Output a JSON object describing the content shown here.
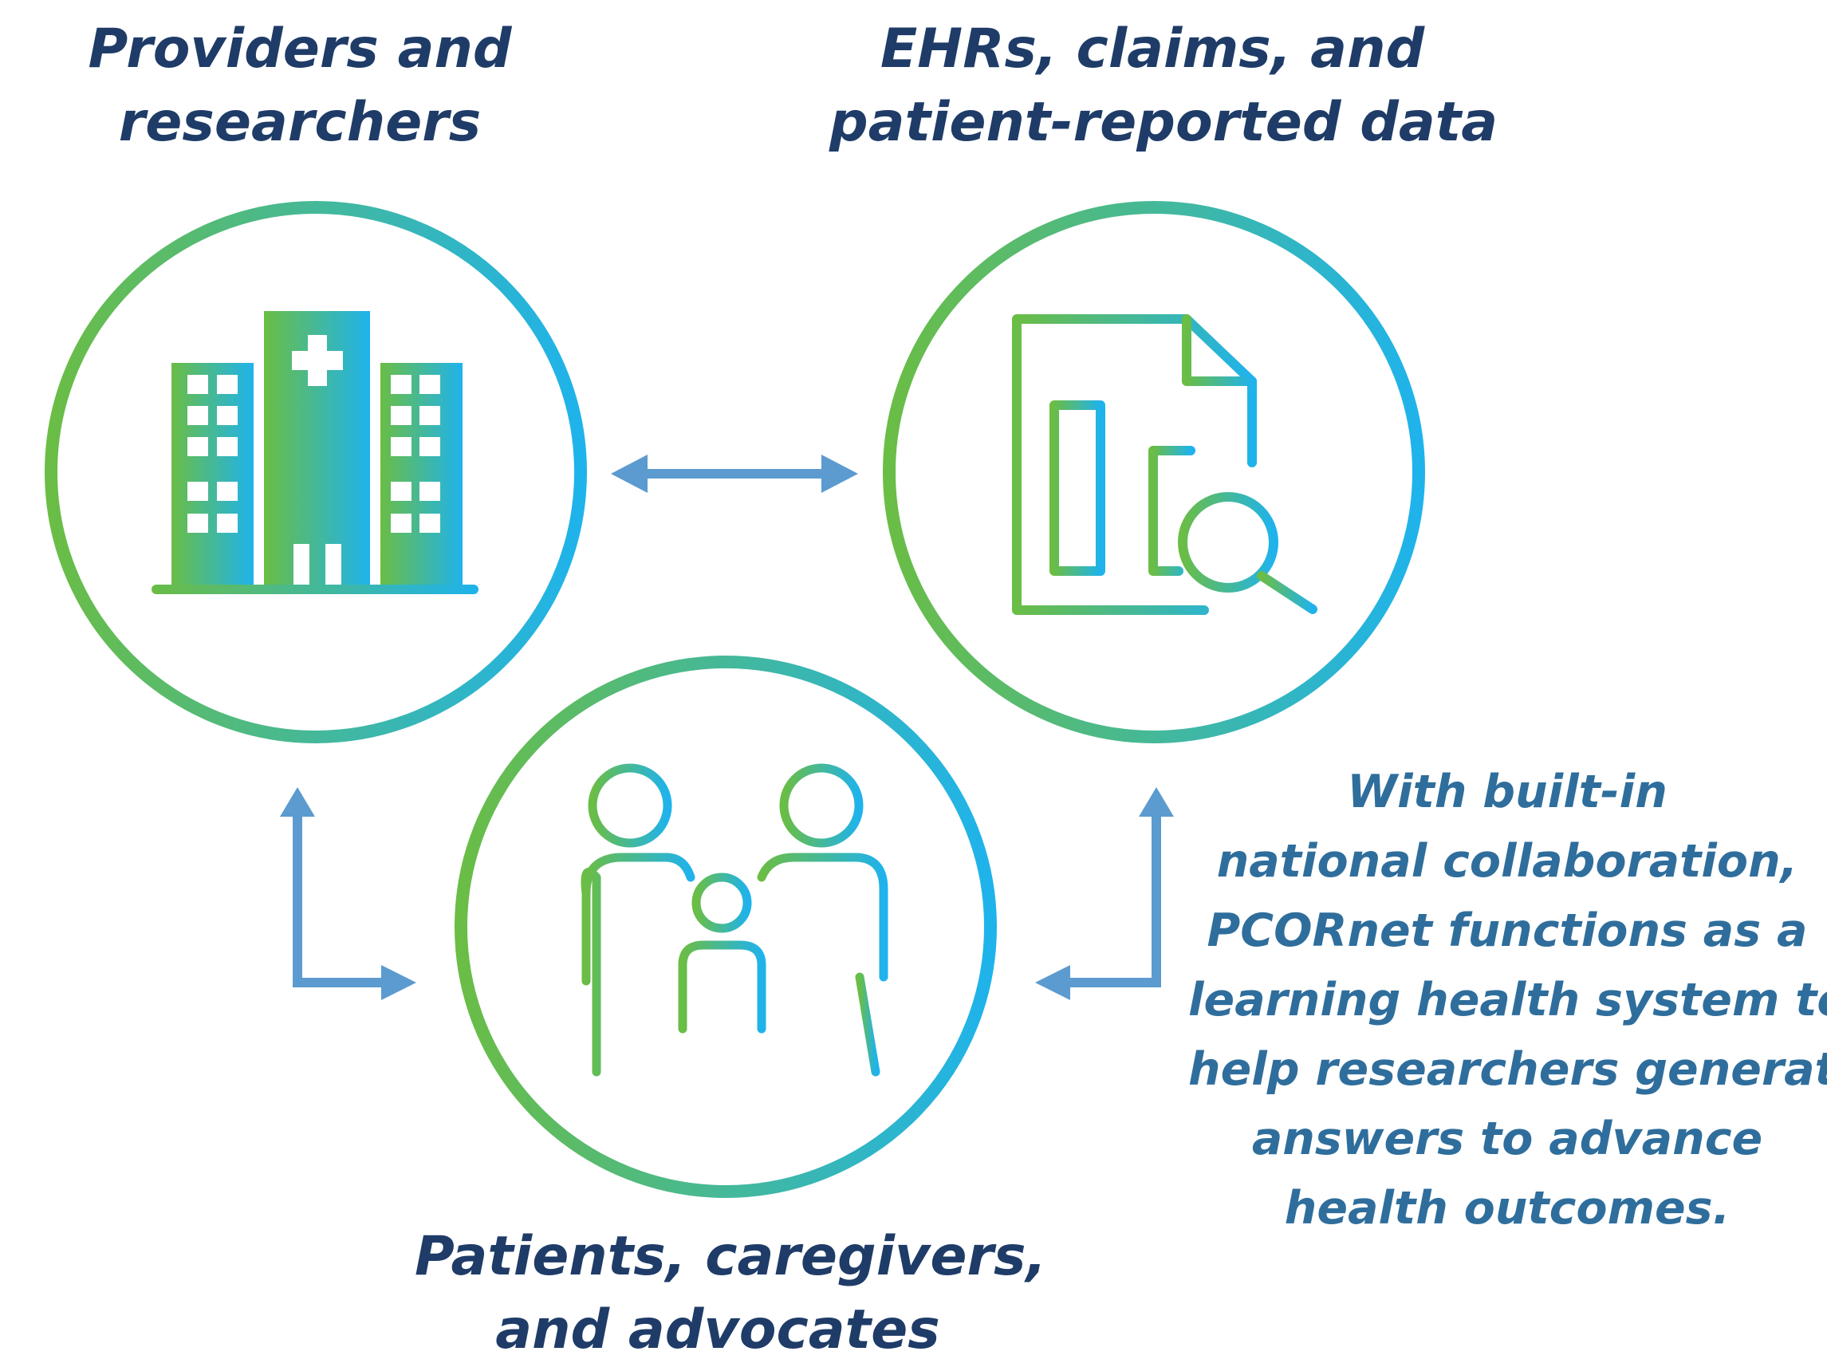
{
  "nodes": {
    "providers": {
      "label_lines": [
        "Providers and",
        "researchers"
      ],
      "icon": "hospital-building-icon"
    },
    "data_sources": {
      "label_lines": [
        "EHRs, claims, and",
        "patient-reported data"
      ],
      "icon": "document-chart-magnifier-icon"
    },
    "patients": {
      "label_lines": [
        "Patients, caregivers,",
        "and advocates"
      ],
      "icon": "family-icon"
    }
  },
  "caption_lines": [
    "With built-in",
    "national collaboration,",
    "PCORnet functions as a",
    "learning health system to",
    "help researchers generate",
    "answers to advance",
    "health outcomes."
  ],
  "colors": {
    "gradient_start": "#6abd45",
    "gradient_end": "#1fb3ec",
    "arrow": "#5b9bd0",
    "label_text": "#1f3c68",
    "caption_text": "#2f6e9c"
  }
}
